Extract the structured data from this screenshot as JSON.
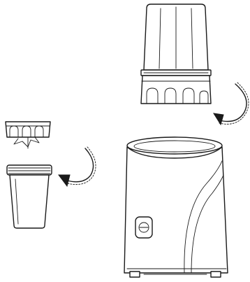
{
  "diagram": {
    "parts": [
      {
        "name": "large-cup",
        "icon": "tall-blending-jar"
      },
      {
        "name": "small-cup",
        "icon": "short-blending-cup"
      },
      {
        "name": "blade-assembly",
        "icon": "blade-unit"
      },
      {
        "name": "motor-base",
        "icon": "blender-base"
      }
    ],
    "arrows": [
      {
        "name": "arrow-large-cup-to-base",
        "icon": "curved-arrow-icon"
      },
      {
        "name": "arrow-small-cup-to-base",
        "icon": "curved-arrow-icon"
      }
    ],
    "colors": {
      "line": "#1a1a1a",
      "background": "#ffffff"
    }
  }
}
